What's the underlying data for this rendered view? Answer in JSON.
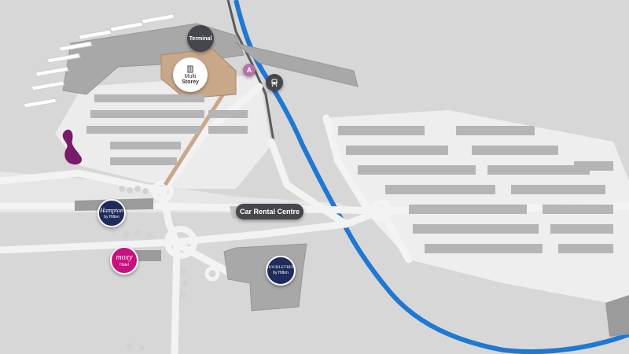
{
  "labels": {
    "terminal": "Terminal",
    "multi_storey_line1": "Multi",
    "multi_storey_line2": "Storey",
    "stop_a": "A",
    "car_rental": "Car Rental Centre",
    "hampton_brand": "Hampton",
    "hampton_sub": "by Hilton",
    "moxy_brand": "moxy",
    "moxy_sub": "Hotel",
    "doubletree_brand": "DOUBLETREE",
    "doubletree_sub": "by Hilton"
  },
  "colors": {
    "ground": "#d7d7d7",
    "road": "#f3f3f3",
    "river": "#1f78d1",
    "rail": "#5a5b60",
    "building": "#a8a8a8",
    "parking": "#b5b5b5",
    "hampton": "#1f2b5c",
    "moxy": "#c8117d",
    "stop_a": "#b86fa8",
    "sculpture": "#7a1a6a"
  },
  "icons": {
    "parking_building": "multi-storey-building-icon",
    "train": "train-icon"
  }
}
